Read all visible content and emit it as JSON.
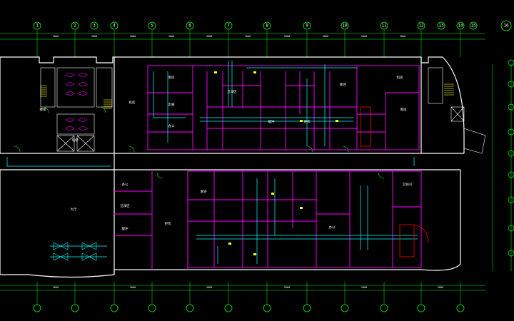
{
  "drawing": {
    "colors": {
      "background": "#000000",
      "axis_grid": "#00ff00",
      "wall": "#ffffff",
      "partition": "#ff00ff",
      "duct": "#00ffff",
      "equipment": "#ff0000",
      "dimension": "#00ff00",
      "text": "#ffffff",
      "highlight": "#ffff00"
    },
    "axis_labels": [
      "1",
      "2",
      "3",
      "4",
      "5",
      "6",
      "7",
      "8",
      "9",
      "10",
      "11",
      "12",
      "13",
      "14",
      "15",
      "16"
    ],
    "room_labels": [
      "机房",
      "库房",
      "走廊",
      "办公",
      "洁净区",
      "缓冲",
      "更衣",
      "淋浴",
      "机房",
      "库房",
      "办公",
      "洁净区",
      "缓冲",
      "更衣",
      "淋浴",
      "办公",
      "大厅",
      "楼梯",
      "电梯",
      "卫生间"
    ],
    "dimension_labels": [
      "3000",
      "3000",
      "3000",
      "3000",
      "3000",
      "3000",
      "3000",
      "3000",
      "3000",
      "3000",
      "3000",
      "3000",
      "3000",
      "3000",
      "3000",
      "3000"
    ]
  }
}
